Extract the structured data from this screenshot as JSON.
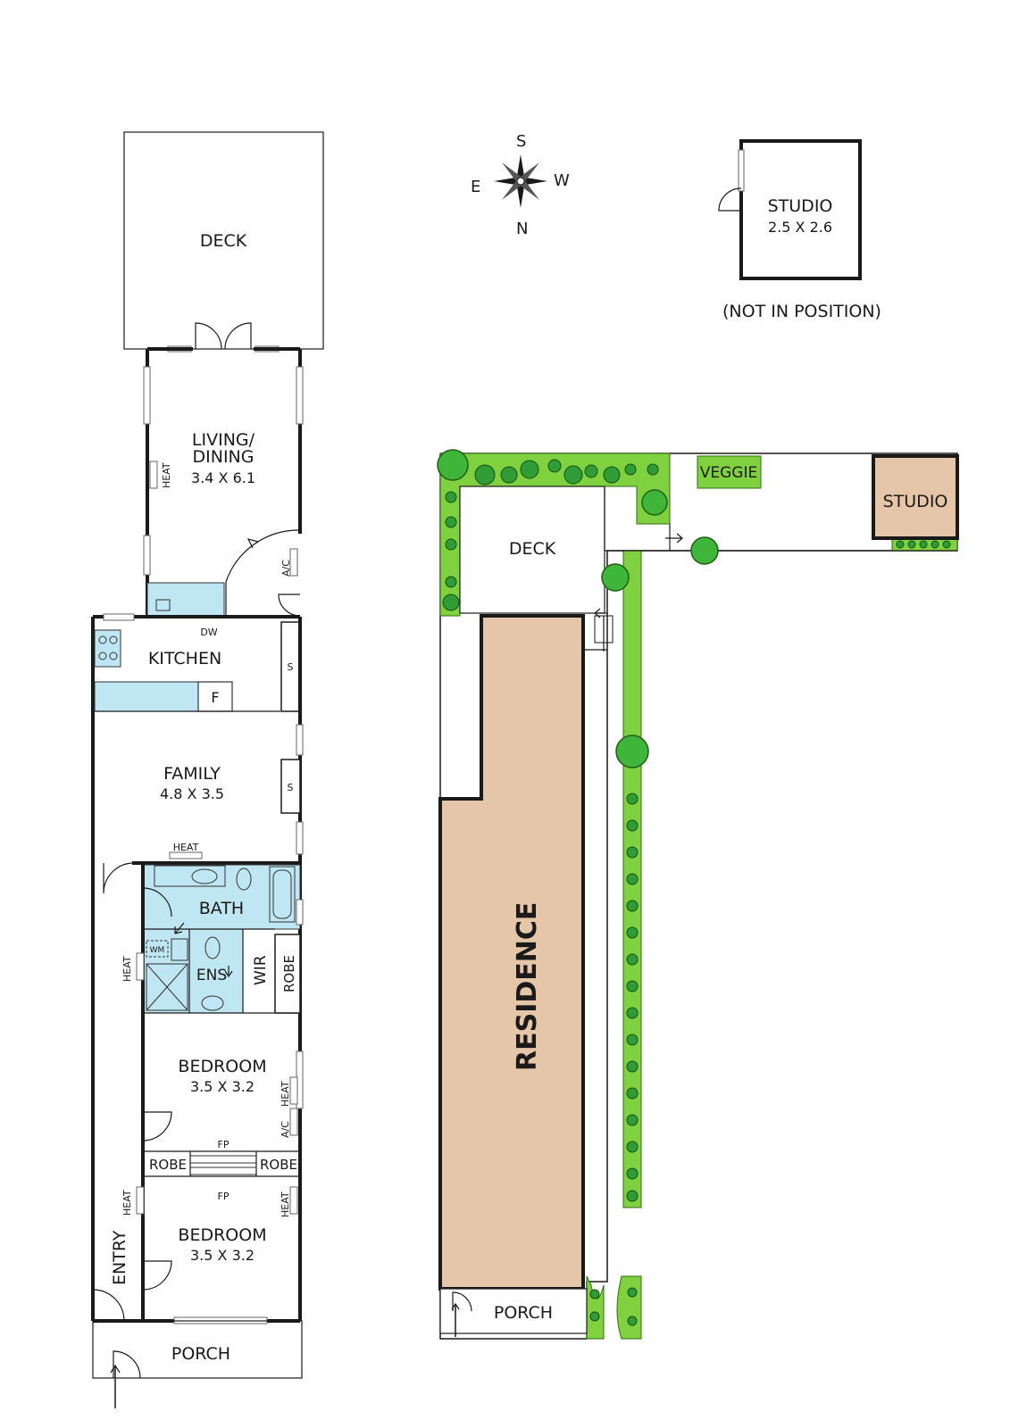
{
  "compass": {
    "n": "N",
    "s": "S",
    "e": "E",
    "w": "W"
  },
  "studio_inset": {
    "name": "STUDIO",
    "dims": "2.5 X 2.6",
    "note": "(NOT IN POSITION)"
  },
  "rooms": {
    "deck": "DECK",
    "living": {
      "line1": "LIVING/",
      "line2": "DINING",
      "dims": "3.4 X 6.1"
    },
    "kitchen": "KITCHEN",
    "family": {
      "name": "FAMILY",
      "dims": "4.8 X 3.5"
    },
    "bath": "BATH",
    "ens": "ENS",
    "wir": "WIR",
    "robe": "ROBE",
    "bedroom1": {
      "name": "BEDROOM",
      "dims": "3.5 X 3.2"
    },
    "bedroom2": {
      "name": "BEDROOM",
      "dims": "3.5 X 3.2"
    },
    "robe_left": "ROBE",
    "robe_right": "ROBE",
    "entry": "ENTRY",
    "porch": "PORCH"
  },
  "fixtures": {
    "heat": "HEAT",
    "ac": "A/C",
    "dw": "DW",
    "fridge": "F",
    "storage": "S",
    "fp": "FP",
    "wm": "WM"
  },
  "site": {
    "deck": "DECK",
    "veggie": "VEGGIE",
    "studio": "STUDIO",
    "residence": "RESIDENCE",
    "porch": "PORCH"
  }
}
